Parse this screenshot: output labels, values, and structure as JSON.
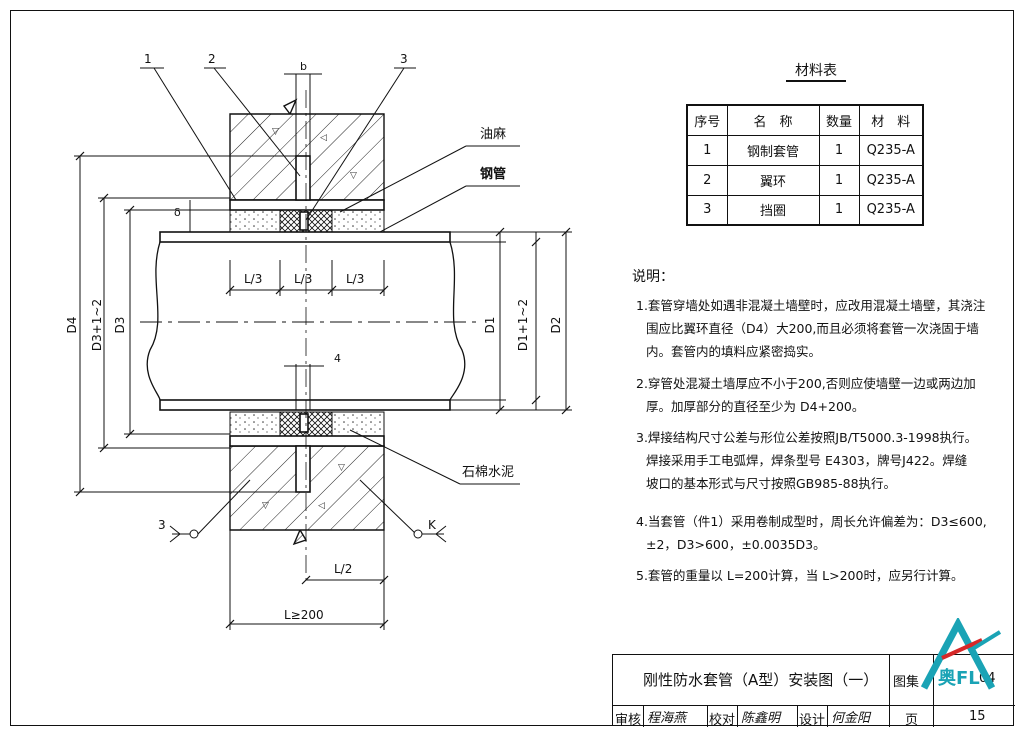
{
  "drawing": {
    "callouts": [
      "1",
      "2",
      "3"
    ],
    "dim_b": "b",
    "dim_delta": "δ",
    "dim_4": "4",
    "third": "L/3",
    "half": "L/2",
    "length": "L≥200",
    "d4": "D4",
    "d3_plus": "D3+1~2",
    "d3": "D3",
    "d1": "D1",
    "d1_plus": "D1+1~2",
    "d2": "D2",
    "label_oil_hemp": "油麻",
    "label_steel_pipe": "钢管",
    "label_asbestos_cement": "石棉水泥",
    "section_left": "3",
    "section_right": "K"
  },
  "materials": {
    "title": "材料表",
    "headers": [
      "序号",
      "名　称",
      "数量",
      "材　料"
    ],
    "rows": [
      [
        "1",
        "钢制套管",
        "1",
        "Q235-A"
      ],
      [
        "2",
        "翼环",
        "1",
        "Q235-A"
      ],
      [
        "3",
        "挡圈",
        "1",
        "Q235-A"
      ]
    ]
  },
  "notes": {
    "heading": "说明：",
    "items": [
      [
        "1.套管穿墙处如遇非混凝土墙壁时，应改用混凝土墙壁，其浇注",
        "围应比翼环直径（D4）大200,而且必须将套管一次浇固于墙",
        "内。套管内的填料应紧密捣实。"
      ],
      [
        "2.穿管处混凝土墙厚应不小于200,否则应使墙壁一边或两边加",
        "厚。加厚部分的直径至少为 D4+200。"
      ],
      [
        "3.焊接结构尺寸公差与形位公差按照JB/T5000.3-1998执行。",
        "焊接采用手工电弧焊，焊条型号 E4303，牌号J422。焊缝",
        "坡口的基本形式与尺寸按照GB985-88执行。"
      ],
      [
        "4.当套管（件1）采用卷制成型时，周长允许偏差为：D3≤600,",
        "±2，D3>600，±0.0035D3。"
      ],
      [
        "5.套管的重量以 L=200计算，当 L>200时，应另行计算。"
      ]
    ]
  },
  "title_block": {
    "drawing_title": "刚性防水套管（A型）安装图（一）",
    "atlas_label": "图集",
    "atlas_no": "04",
    "review_label": "审核",
    "review_sign": "程海燕",
    "check_label": "校对",
    "check_sign": "陈鑫明",
    "design_label": "设计",
    "design_sign": "何金阳",
    "page_label": "页",
    "page_no": "15"
  },
  "watermark": {
    "text": "奥FL",
    "color": "#1aa3b5",
    "accent": "#d62828"
  }
}
